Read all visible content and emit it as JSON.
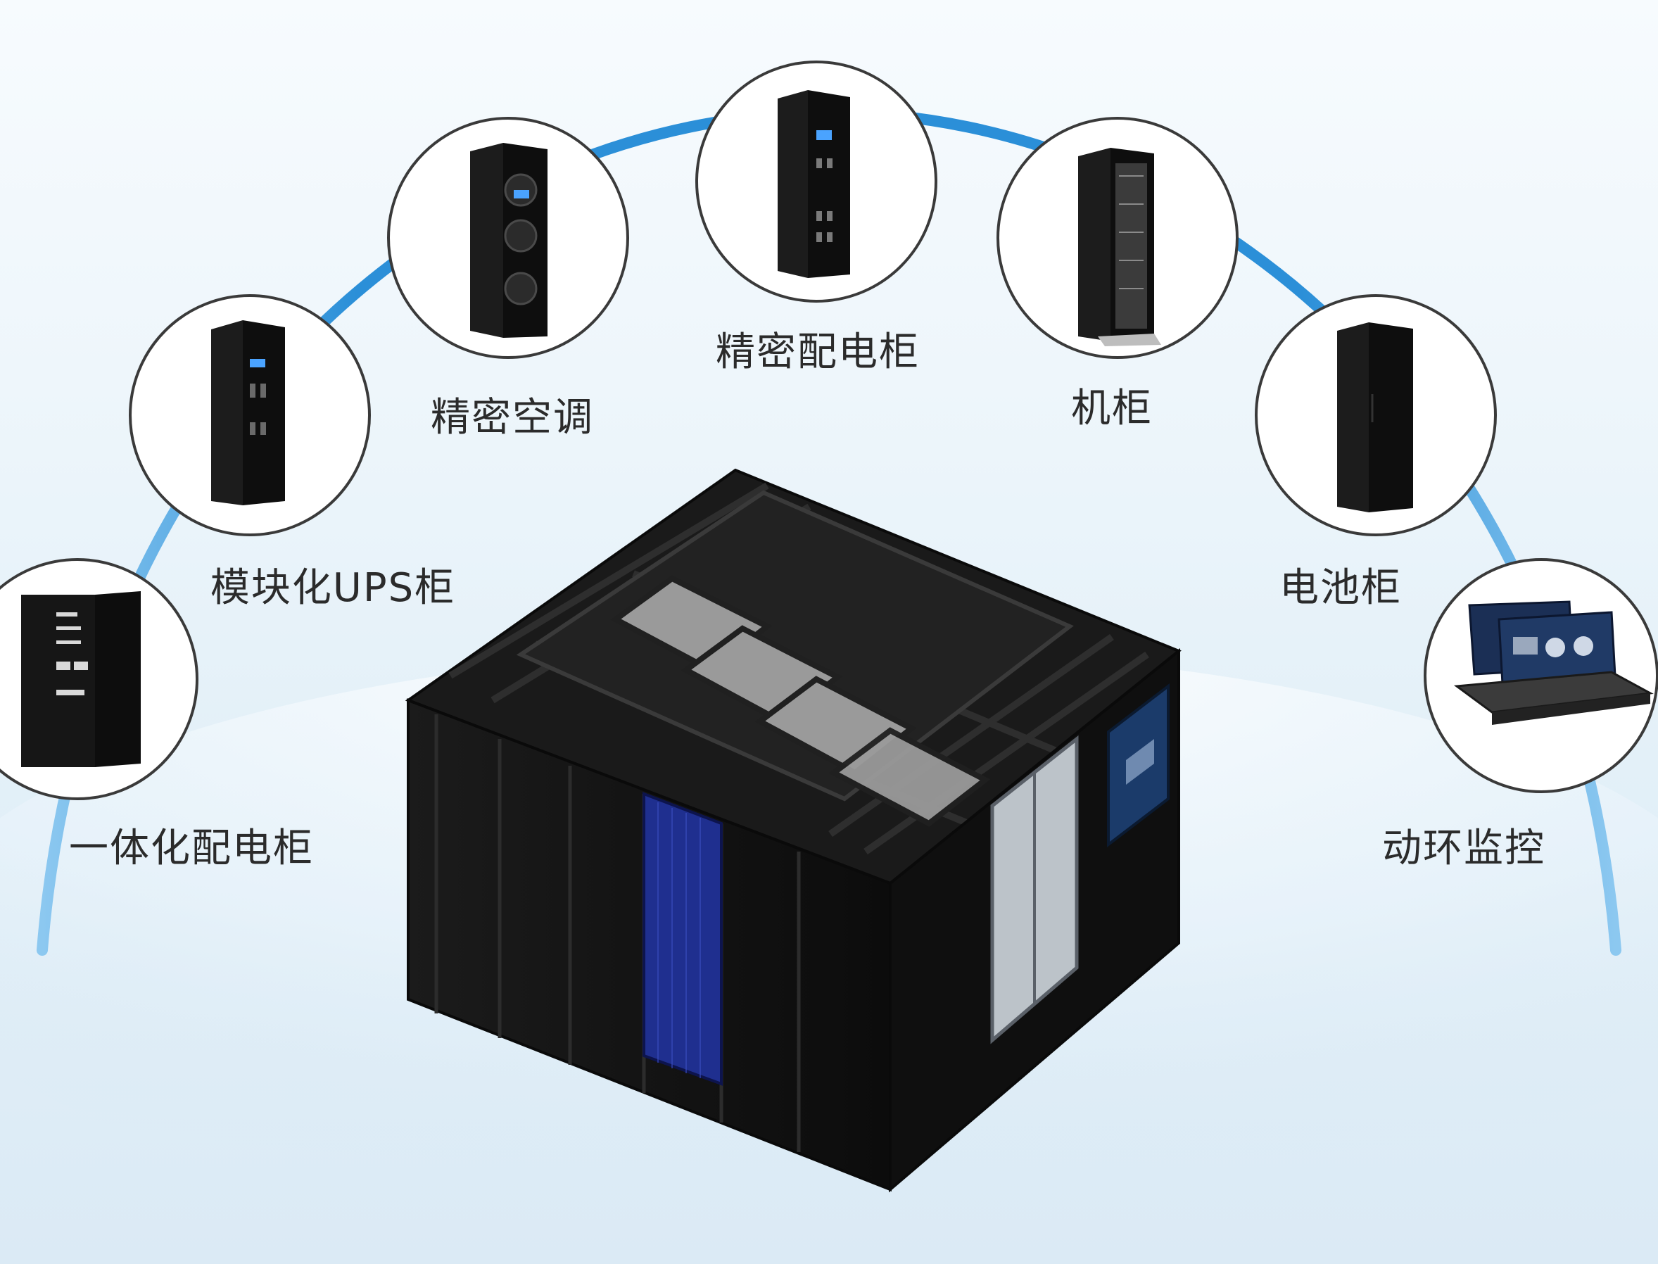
{
  "diagram": {
    "labels": {
      "integrated_pdu": "一体化配电柜",
      "modular_ups": "模块化UPS柜",
      "precision_ac": "精密空调",
      "precision_pdc": "精密配电柜",
      "rack": "机柜",
      "battery": "电池柜",
      "monitoring": "动环监控"
    }
  },
  "colors": {
    "arc": "#2b8fd8",
    "cabinet": "#141414",
    "circle_border": "#3a3a3a",
    "door_blue": "#1f2f8f"
  },
  "icons": [
    "integrated-pdu-cabinet",
    "modular-ups-cabinet",
    "precision-ac-unit",
    "precision-pdc-cabinet",
    "server-rack",
    "battery-cabinet",
    "monitoring-screens"
  ]
}
